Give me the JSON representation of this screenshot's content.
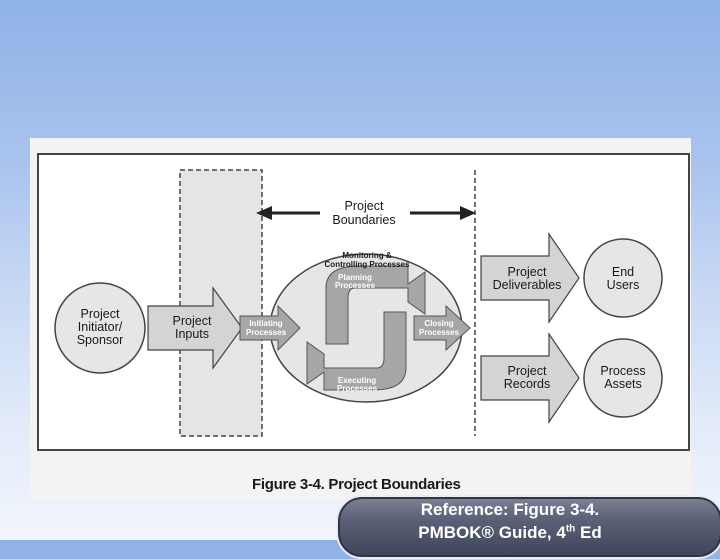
{
  "diagram": {
    "boundaries": [
      "Project",
      "Boundaries"
    ],
    "initiator": [
      "Project",
      "Initiator/",
      "Sponsor"
    ],
    "inputs": [
      "Project",
      "Inputs"
    ],
    "initiating": [
      "Initiating",
      "Processes"
    ],
    "monitoring": [
      "Monitoring &",
      "Controlling Processes"
    ],
    "planning": [
      "Planning",
      "Processes"
    ],
    "executing": [
      "Executing",
      "Processes"
    ],
    "closing": [
      "Closing",
      "Processes"
    ],
    "deliverables": [
      "Project",
      "Deliverables"
    ],
    "records": [
      "Project",
      "Records"
    ],
    "end_users": [
      "End",
      "Users"
    ],
    "process_assets": [
      "Process",
      "Assets"
    ]
  },
  "caption": "Figure 3-4. Project Boundaries",
  "reference": {
    "line1": "Reference: Figure 3-4.",
    "line2_pre": "PMBOK® Guide, 4",
    "line2_sup": "th",
    "line2_post": " Ed"
  }
}
